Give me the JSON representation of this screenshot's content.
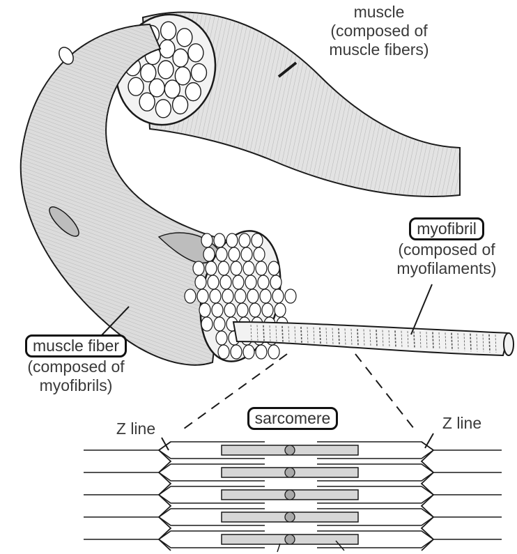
{
  "labels": {
    "muscle": {
      "title": "muscle",
      "line1": "(composed of",
      "line2": "muscle fibers)"
    },
    "myofibril": {
      "title": "myofibril",
      "line1": "(composed of",
      "line2": "myofilaments)"
    },
    "muscle_fiber": {
      "title": "muscle fiber",
      "line1": "(composed of",
      "line2": "myofibrils)"
    },
    "sarcomere": "sarcomere",
    "z_line_left": "Z line",
    "z_line_right": "Z line"
  },
  "colors": {
    "ink": "#1a1a1a",
    "muscle_fill": "#e3e3e3",
    "band_fill": "#d6d6d6",
    "text": "#3a3a3a"
  }
}
